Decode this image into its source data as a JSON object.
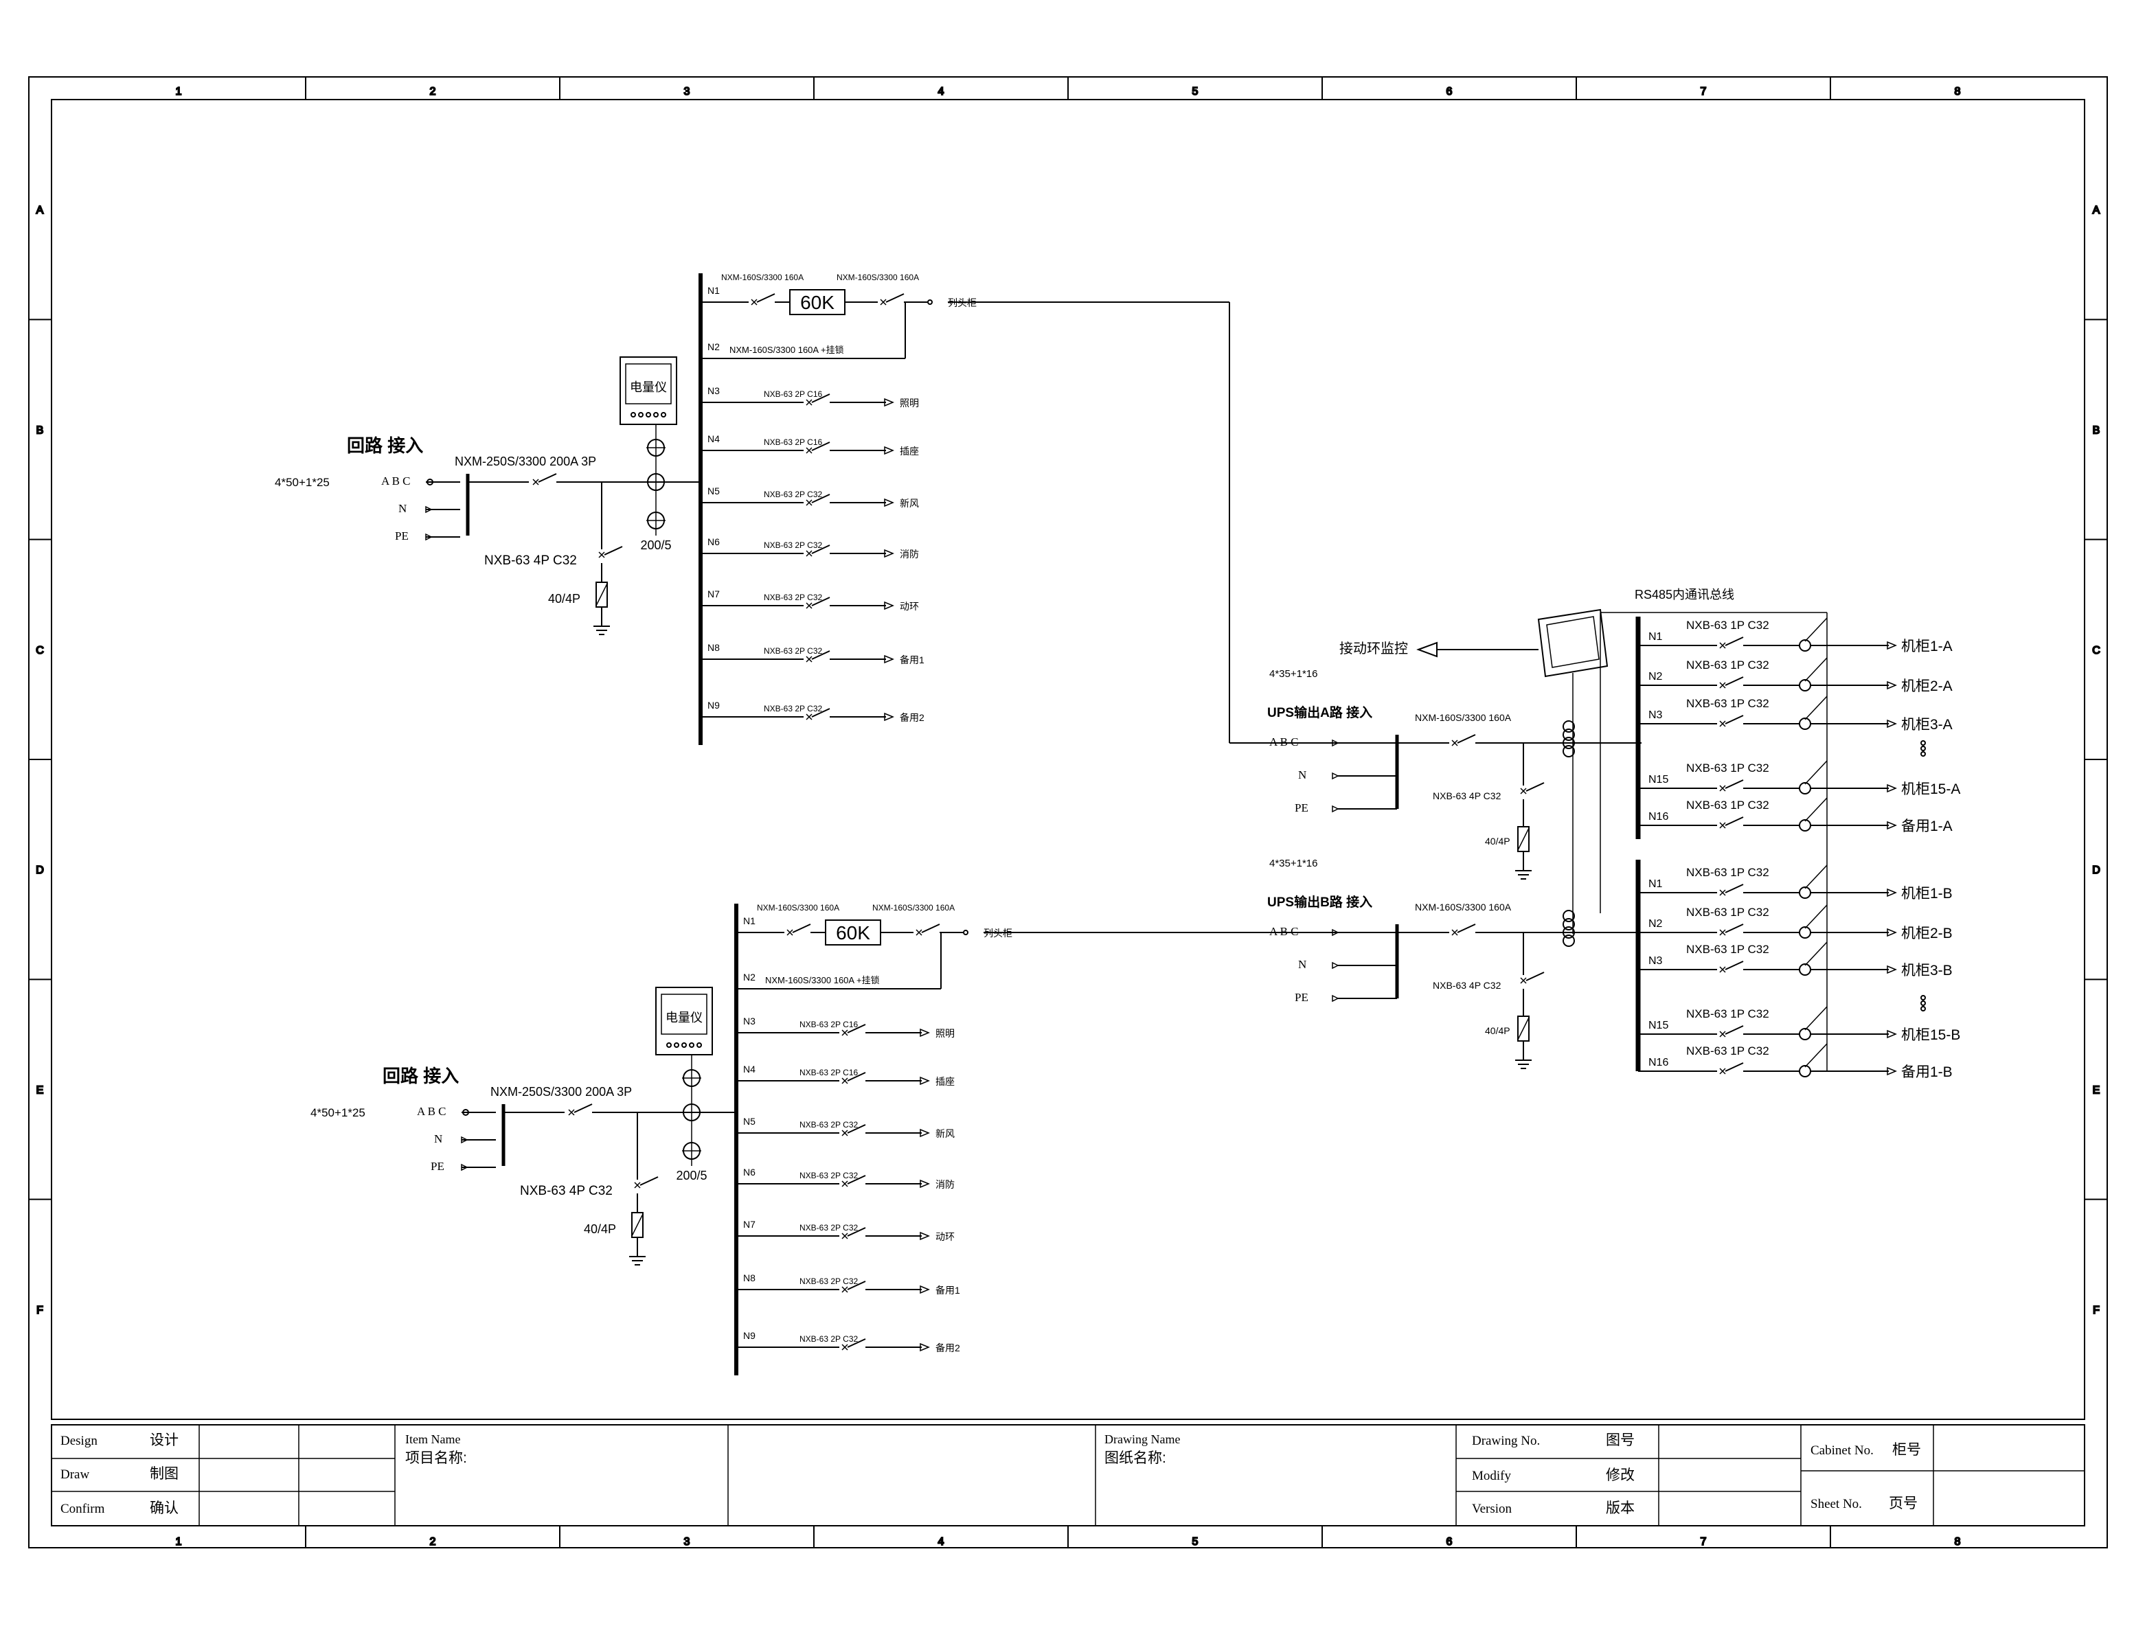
{
  "frame": {
    "columns": [
      "1",
      "2",
      "3",
      "4",
      "5",
      "6",
      "7",
      "8"
    ],
    "rows": [
      "A",
      "B",
      "C",
      "D",
      "E",
      "F"
    ]
  },
  "panel_top": {
    "incoming_title": "回路 接入",
    "incoming_cable": "4*50+1*25",
    "phase_abc": "A B C",
    "phase_n": "N",
    "phase_pe": "PE",
    "main_breaker": "NXM-250S/3300 200A 3P",
    "spd_breaker": "NXB-63 4P C32",
    "spd": "40/4P",
    "meter": "电量仪",
    "ct_ratio": "200/5",
    "n1_breaker_a": "NXM-160S/3300 160A",
    "n1_breaker_b": "NXM-160S/3300 160A",
    "ups_rating": "60K",
    "n1_dest": "列头柜",
    "n2_breaker": "NXM-160S/3300 160A +挂锁",
    "branches": [
      {
        "id": "N1"
      },
      {
        "id": "N2"
      },
      {
        "id": "N3",
        "breaker": "NXB-63 2P C16",
        "load": "照明"
      },
      {
        "id": "N4",
        "breaker": "NXB-63 2P C16",
        "load": "插座"
      },
      {
        "id": "N5",
        "breaker": "NXB-63 2P C32",
        "load": "新风"
      },
      {
        "id": "N6",
        "breaker": "NXB-63 2P C32",
        "load": "消防"
      },
      {
        "id": "N7",
        "breaker": "NXB-63 2P C32",
        "load": "动环"
      },
      {
        "id": "N8",
        "breaker": "NXB-63 2P C32",
        "load": "备用1"
      },
      {
        "id": "N9",
        "breaker": "NXB-63 2P C32",
        "load": "备用2"
      }
    ]
  },
  "panel_bottom": {
    "incoming_title": "回路 接入",
    "incoming_cable": "4*50+1*25",
    "phase_abc": "A B C",
    "phase_n": "N",
    "phase_pe": "PE",
    "main_breaker": "NXM-250S/3300 200A 3P",
    "spd_breaker": "NXB-63 4P C32",
    "spd": "40/4P",
    "meter": "电量仪",
    "ct_ratio": "200/5",
    "n1_breaker_a": "NXM-160S/3300 160A",
    "n1_breaker_b": "NXM-160S/3300 160A",
    "ups_rating": "60K",
    "n1_dest": "列头柜",
    "n2_breaker": "NXM-160S/3300 160A +挂锁",
    "branches": [
      {
        "id": "N1"
      },
      {
        "id": "N2"
      },
      {
        "id": "N3",
        "breaker": "NXB-63 2P C16",
        "load": "照明"
      },
      {
        "id": "N4",
        "breaker": "NXB-63 2P C16",
        "load": "插座"
      },
      {
        "id": "N5",
        "breaker": "NXB-63 2P C32",
        "load": "新风"
      },
      {
        "id": "N6",
        "breaker": "NXB-63 2P C32",
        "load": "消防"
      },
      {
        "id": "N7",
        "breaker": "NXB-63 2P C32",
        "load": "动环"
      },
      {
        "id": "N8",
        "breaker": "NXB-63 2P C32",
        "load": "备用1"
      },
      {
        "id": "N9",
        "breaker": "NXB-63 2P C32",
        "load": "备用2"
      }
    ]
  },
  "rack_side": {
    "bus_label": "RS485内通讯总线",
    "monitor_label": "接动环监控",
    "ups_a": {
      "cable": "4*35+1*16",
      "title": "UPS输出A路 接入",
      "phase_abc": "A B C",
      "phase_n": "N",
      "phase_pe": "PE",
      "main_breaker": "NXM-160S/3300 160A",
      "spd_breaker": "NXB-63 4P C32",
      "spd": "40/4P",
      "branches": [
        {
          "id": "N1",
          "breaker": "NXB-63 1P C32",
          "load": "机柜1-A"
        },
        {
          "id": "N2",
          "breaker": "NXB-63 1P C32",
          "load": "机柜2-A"
        },
        {
          "id": "N3",
          "breaker": "NXB-63 1P C32",
          "load": "机柜3-A"
        },
        {
          "id": "N15",
          "breaker": "NXB-63 1P C32",
          "load": "机柜15-A"
        },
        {
          "id": "N16",
          "breaker": "NXB-63 1P C32",
          "load": "备用1-A"
        }
      ]
    },
    "ups_b": {
      "cable": "4*35+1*16",
      "title": "UPS输出B路 接入",
      "phase_abc": "A B C",
      "phase_n": "N",
      "phase_pe": "PE",
      "main_breaker": "NXM-160S/3300 160A",
      "spd_breaker": "NXB-63 4P C32",
      "spd": "40/4P",
      "branches": [
        {
          "id": "N1",
          "breaker": "NXB-63 1P C32",
          "load": "机柜1-B"
        },
        {
          "id": "N2",
          "breaker": "NXB-63 1P C32",
          "load": "机柜2-B"
        },
        {
          "id": "N3",
          "breaker": "NXB-63 1P C32",
          "load": "机柜3-B"
        },
        {
          "id": "N15",
          "breaker": "NXB-63 1P C32",
          "load": "机柜15-B"
        },
        {
          "id": "N16",
          "breaker": "NXB-63 1P C32",
          "load": "备用1-B"
        }
      ]
    }
  },
  "title_block": {
    "design_en": "Design",
    "design_cn": "设计",
    "draw_en": "Draw",
    "draw_cn": "制图",
    "confirm_en": "Confirm",
    "confirm_cn": "确认",
    "item_en": "Item Name",
    "item_cn": "项目名称:",
    "drawing_en": "Drawing Name",
    "drawing_cn": "图纸名称:",
    "drawing_no_en": "Drawing No.",
    "drawing_no_cn": "图号",
    "modify_en": "Modify",
    "modify_cn": "修改",
    "version_en": "Version",
    "version_cn": "版本",
    "cabinet_en": "Cabinet No.",
    "cabinet_cn": "柜号",
    "sheet_en": "Sheet No.",
    "sheet_cn": "页号"
  }
}
